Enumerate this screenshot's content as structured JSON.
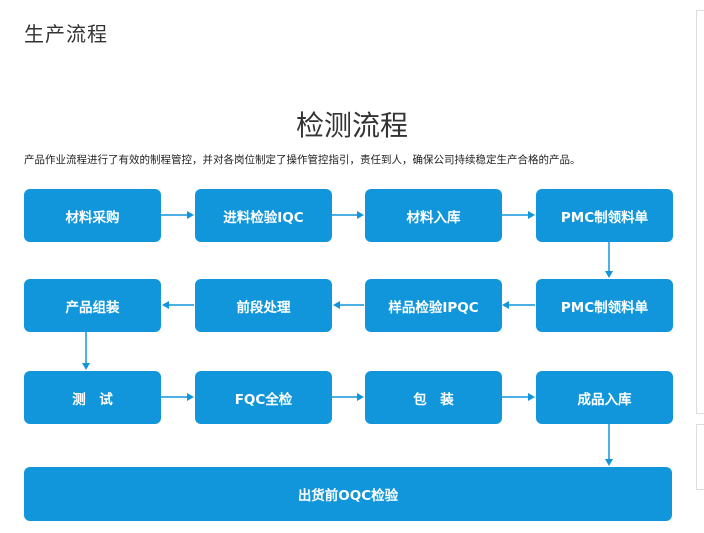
{
  "page": {
    "title": "生产流程",
    "heading": "检测流程",
    "description": "产品作业流程进行了有效的制程管控，并对各岗位制定了操作管控指引，责任到人，确保公司持续稳定生产合格的产品。"
  },
  "steps": {
    "s1": "材料采购",
    "s2": "进料检验IQC",
    "s3": "材料入库",
    "s4": "PMC制领料单",
    "s5": "PMC制领料单",
    "s6": "样品检验IPQC",
    "s7": "前段处理",
    "s8": "产品组装",
    "s9": "测　试",
    "s10": "FQC全检",
    "s11": "包　装",
    "s12": "成品入库",
    "s13": "出货前OQC检验"
  },
  "colors": {
    "step_background": "#1296db",
    "step_text": "#ffffff",
    "arrow": "#1296db"
  }
}
